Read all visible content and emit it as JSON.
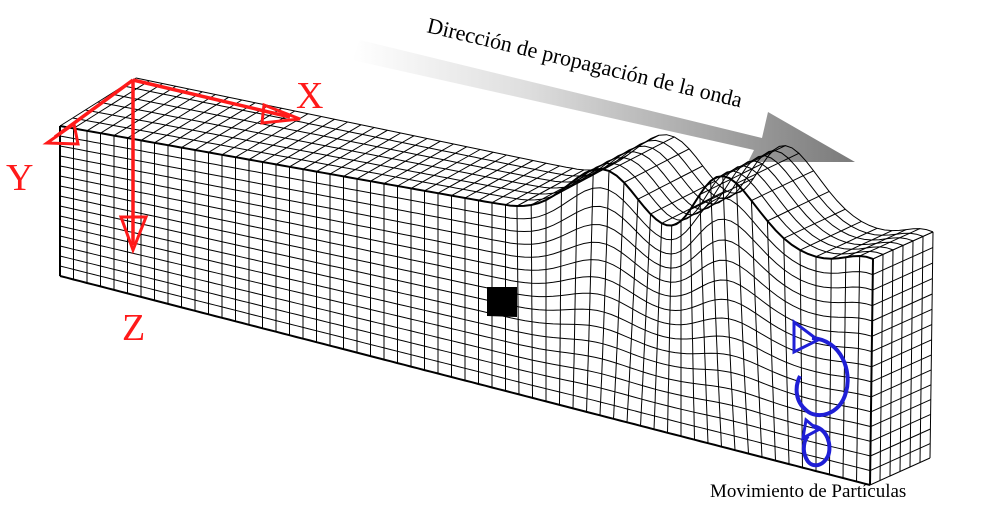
{
  "direction_label": "Dirección de propagación de la onda",
  "axes": {
    "x_label": "X",
    "y_label": "Y",
    "z_label": "Z"
  },
  "particle_motion_label": "Movimiento de Partículas",
  "colors": {
    "axes": "#ff1a1a",
    "particle_motion": "#1f1fd6",
    "grid": "#000000",
    "arrow_light": "#ffffff",
    "arrow_dark": "#7a7a7a"
  },
  "icons": {
    "axes": "axis-arrow-icon",
    "particle_motion": "rotation-arrow-icon",
    "propagation": "gradient-arrow-icon"
  }
}
